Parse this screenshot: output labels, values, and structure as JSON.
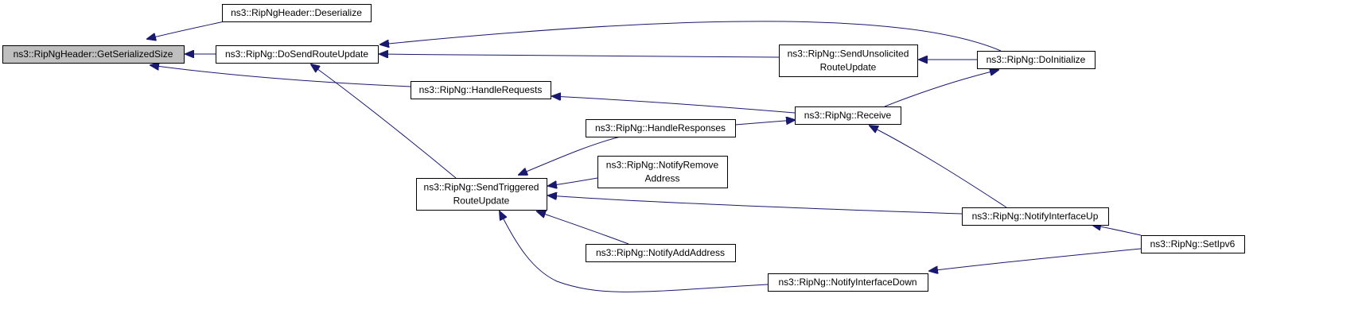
{
  "graph": {
    "edge_color": "#191970",
    "root_fill": "#bfbfbf",
    "nodes": [
      {
        "id": "getserializedsize",
        "lines": [
          "ns3::RipNgHeader::GetSerializedSize"
        ],
        "root": true
      },
      {
        "id": "deserialize",
        "lines": [
          "ns3::RipNgHeader::Deserialize"
        ]
      },
      {
        "id": "dosendrouteupdate",
        "lines": [
          "ns3::RipNg::DoSendRouteUpdate"
        ]
      },
      {
        "id": "handlerequests",
        "lines": [
          "ns3::RipNg::HandleRequests"
        ]
      },
      {
        "id": "sendtriggeredrouteupdate",
        "lines": [
          "ns3::RipNg::SendTriggered",
          "RouteUpdate"
        ]
      },
      {
        "id": "sendunsolicitedrouteupdate",
        "lines": [
          "ns3::RipNg::SendUnsolicited",
          "RouteUpdate"
        ]
      },
      {
        "id": "doinitialize",
        "lines": [
          "ns3::RipNg::DoInitialize"
        ]
      },
      {
        "id": "receive",
        "lines": [
          "ns3::RipNg::Receive"
        ]
      },
      {
        "id": "handleresponses",
        "lines": [
          "ns3::RipNg::HandleResponses"
        ]
      },
      {
        "id": "notifyremoveaddress",
        "lines": [
          "ns3::RipNg::NotifyRemove",
          "Address"
        ]
      },
      {
        "id": "notifyaddaddress",
        "lines": [
          "ns3::RipNg::NotifyAddAddress"
        ]
      },
      {
        "id": "notifyinterfaceup",
        "lines": [
          "ns3::RipNg::NotifyInterfaceUp"
        ]
      },
      {
        "id": "notifyinterfacedown",
        "lines": [
          "ns3::RipNg::NotifyInterfaceDown"
        ]
      },
      {
        "id": "setipv6",
        "lines": [
          "ns3::RipNg::SetIpv6"
        ]
      }
    ],
    "edges": [
      {
        "from": "deserialize",
        "to": "getserializedsize"
      },
      {
        "from": "dosendrouteupdate",
        "to": "getserializedsize"
      },
      {
        "from": "handlerequests",
        "to": "getserializedsize"
      },
      {
        "from": "doinitialize",
        "to": "dosendrouteupdate"
      },
      {
        "from": "sendunsolicitedrouteupdate",
        "to": "dosendrouteupdate"
      },
      {
        "from": "sendtriggeredrouteupdate",
        "to": "dosendrouteupdate"
      },
      {
        "from": "doinitialize",
        "to": "sendunsolicitedrouteupdate"
      },
      {
        "from": "receive",
        "to": "handlerequests"
      },
      {
        "from": "receive",
        "to": "doinitialize"
      },
      {
        "from": "handleresponses",
        "to": "receive"
      },
      {
        "from": "notifyinterfaceup",
        "to": "receive"
      },
      {
        "from": "handleresponses",
        "to": "sendtriggeredrouteupdate"
      },
      {
        "from": "notifyremoveaddress",
        "to": "sendtriggeredrouteupdate"
      },
      {
        "from": "notifyinterfaceup",
        "to": "sendtriggeredrouteupdate"
      },
      {
        "from": "notifyaddaddress",
        "to": "sendtriggeredrouteupdate"
      },
      {
        "from": "notifyinterfacedown",
        "to": "sendtriggeredrouteupdate"
      },
      {
        "from": "setipv6",
        "to": "notifyinterfaceup"
      },
      {
        "from": "setipv6",
        "to": "notifyinterfacedown"
      }
    ]
  }
}
